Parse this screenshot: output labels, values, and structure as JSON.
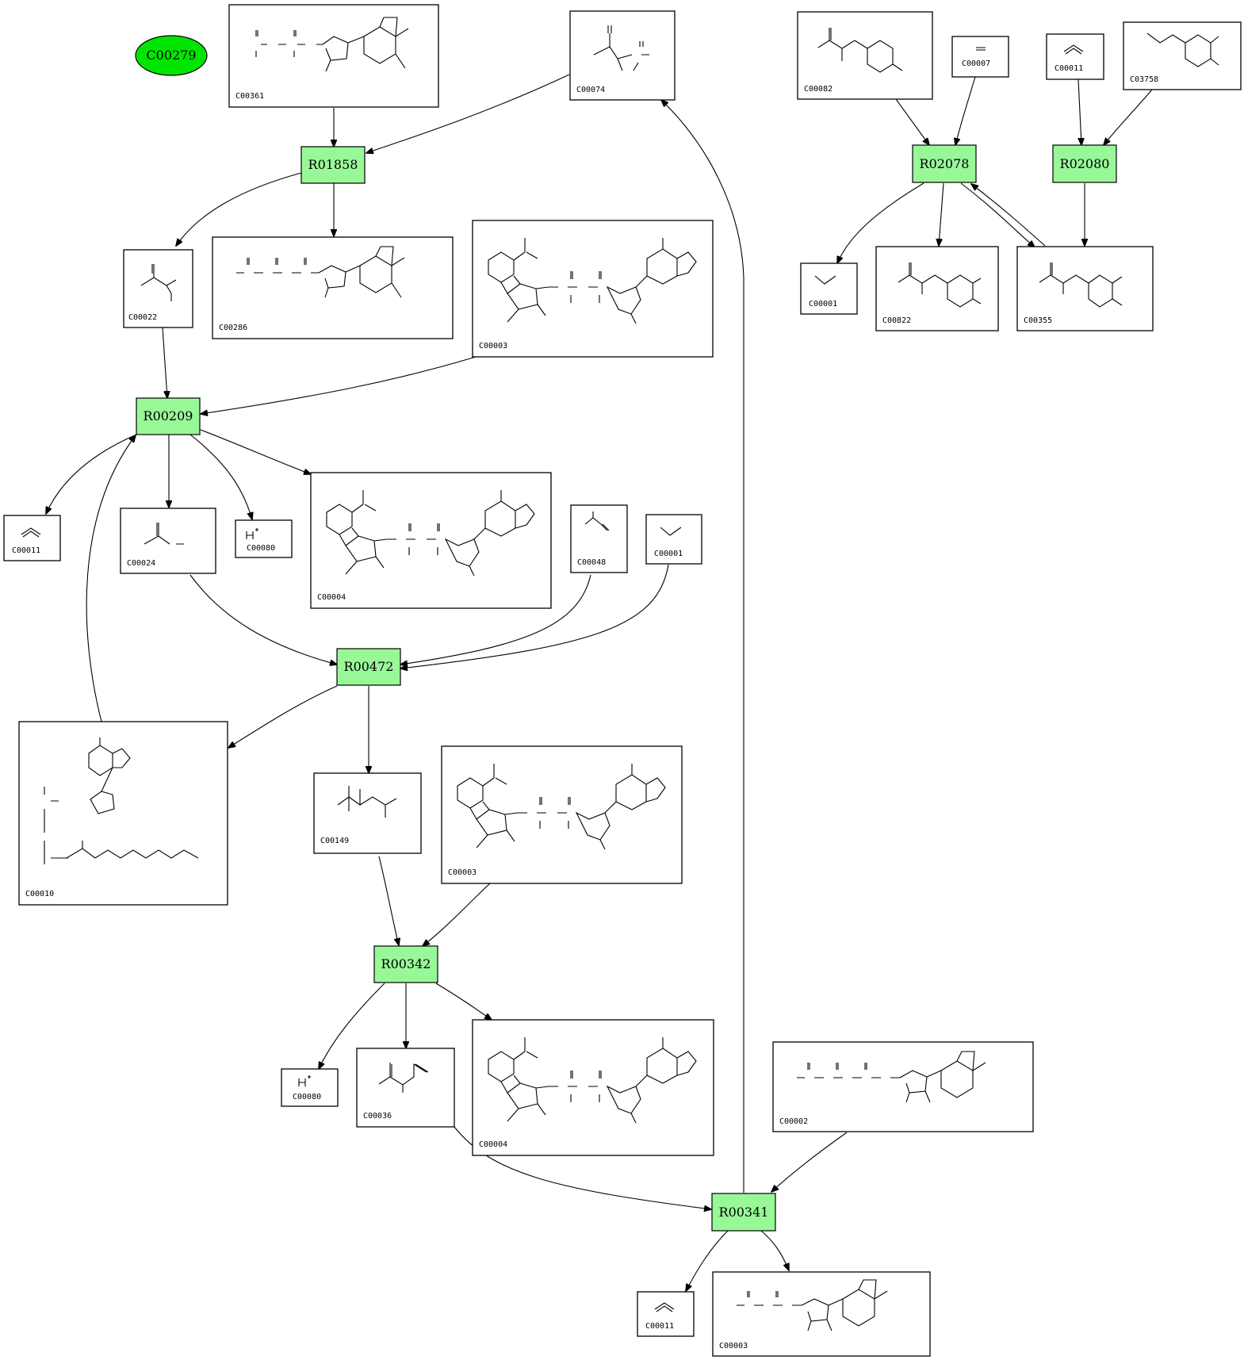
{
  "colors": {
    "reaction_fill": "#98f898",
    "highlight_fill": "#00e600",
    "compound_fill": "#ffffff",
    "stroke": "#000000"
  },
  "highlight": {
    "label": "C00279"
  },
  "reactions": [
    {
      "id": "R01858",
      "label": "R01858"
    },
    {
      "id": "R00209",
      "label": "R00209"
    },
    {
      "id": "R00472",
      "label": "R00472"
    },
    {
      "id": "R00342",
      "label": "R00342"
    },
    {
      "id": "R00341",
      "label": "R00341"
    },
    {
      "id": "R02078",
      "label": "R02078"
    },
    {
      "id": "R02080",
      "label": "R02080"
    }
  ],
  "compounds": [
    {
      "id": "n1",
      "label": "C00361"
    },
    {
      "id": "n2",
      "label": "C00074"
    },
    {
      "id": "n3",
      "label": "C00022"
    },
    {
      "id": "n4",
      "label": "C00286"
    },
    {
      "id": "n5",
      "label": "C00003"
    },
    {
      "id": "n6",
      "label": "C00011"
    },
    {
      "id": "n7",
      "label": "C00024"
    },
    {
      "id": "n8",
      "label": "C00080"
    },
    {
      "id": "n9",
      "label": "C00004"
    },
    {
      "id": "n10",
      "label": "C00048"
    },
    {
      "id": "n11",
      "label": "C00001"
    },
    {
      "id": "n12",
      "label": "C00010"
    },
    {
      "id": "n13",
      "label": "C00149"
    },
    {
      "id": "n14",
      "label": "C00003"
    },
    {
      "id": "n15",
      "label": "C00080"
    },
    {
      "id": "n16",
      "label": "C00036"
    },
    {
      "id": "n17",
      "label": "C00004"
    },
    {
      "id": "n18",
      "label": "C00002"
    },
    {
      "id": "n19",
      "label": "C00011"
    },
    {
      "id": "n20",
      "label": "C00003"
    },
    {
      "id": "n21",
      "label": "C00082"
    },
    {
      "id": "n22",
      "label": "C00007"
    },
    {
      "id": "n23",
      "label": "C00011"
    },
    {
      "id": "n24",
      "label": "C03758"
    },
    {
      "id": "n25",
      "label": "C00001"
    },
    {
      "id": "n26",
      "label": "C00822"
    },
    {
      "id": "n27",
      "label": "C00355"
    }
  ],
  "edges": [
    {
      "from": "n1",
      "to": "R01858"
    },
    {
      "from": "n2",
      "to": "R01858"
    },
    {
      "from": "R01858",
      "to": "n3"
    },
    {
      "from": "R01858",
      "to": "n4"
    },
    {
      "from": "n3",
      "to": "R00209"
    },
    {
      "from": "n5",
      "to": "R00209"
    },
    {
      "from": "n12",
      "to": "R00209"
    },
    {
      "from": "R00209",
      "to": "n6"
    },
    {
      "from": "R00209",
      "to": "n7"
    },
    {
      "from": "R00209",
      "to": "n8"
    },
    {
      "from": "R00209",
      "to": "n9"
    },
    {
      "from": "n7",
      "to": "R00472"
    },
    {
      "from": "n10",
      "to": "R00472"
    },
    {
      "from": "n11",
      "to": "R00472"
    },
    {
      "from": "R00472",
      "to": "n12"
    },
    {
      "from": "R00472",
      "to": "n13"
    },
    {
      "from": "n13",
      "to": "R00342"
    },
    {
      "from": "n14",
      "to": "R00342"
    },
    {
      "from": "R00342",
      "to": "n15"
    },
    {
      "from": "R00342",
      "to": "n16"
    },
    {
      "from": "R00342",
      "to": "n17"
    },
    {
      "from": "n16",
      "to": "R00341"
    },
    {
      "from": "n18",
      "to": "R00341"
    },
    {
      "from": "R00341",
      "to": "n19"
    },
    {
      "from": "R00341",
      "to": "n20"
    },
    {
      "from": "R00341",
      "to": "n2"
    },
    {
      "from": "n21",
      "to": "R02078"
    },
    {
      "from": "n22",
      "to": "R02078"
    },
    {
      "from": "R02078",
      "to": "n25"
    },
    {
      "from": "R02078",
      "to": "n26"
    },
    {
      "from": "R02078",
      "to": "n27"
    },
    {
      "from": "n27",
      "to": "R02078"
    },
    {
      "from": "n23",
      "to": "R02080"
    },
    {
      "from": "n24",
      "to": "R02080"
    },
    {
      "from": "R02080",
      "to": "n27"
    }
  ]
}
